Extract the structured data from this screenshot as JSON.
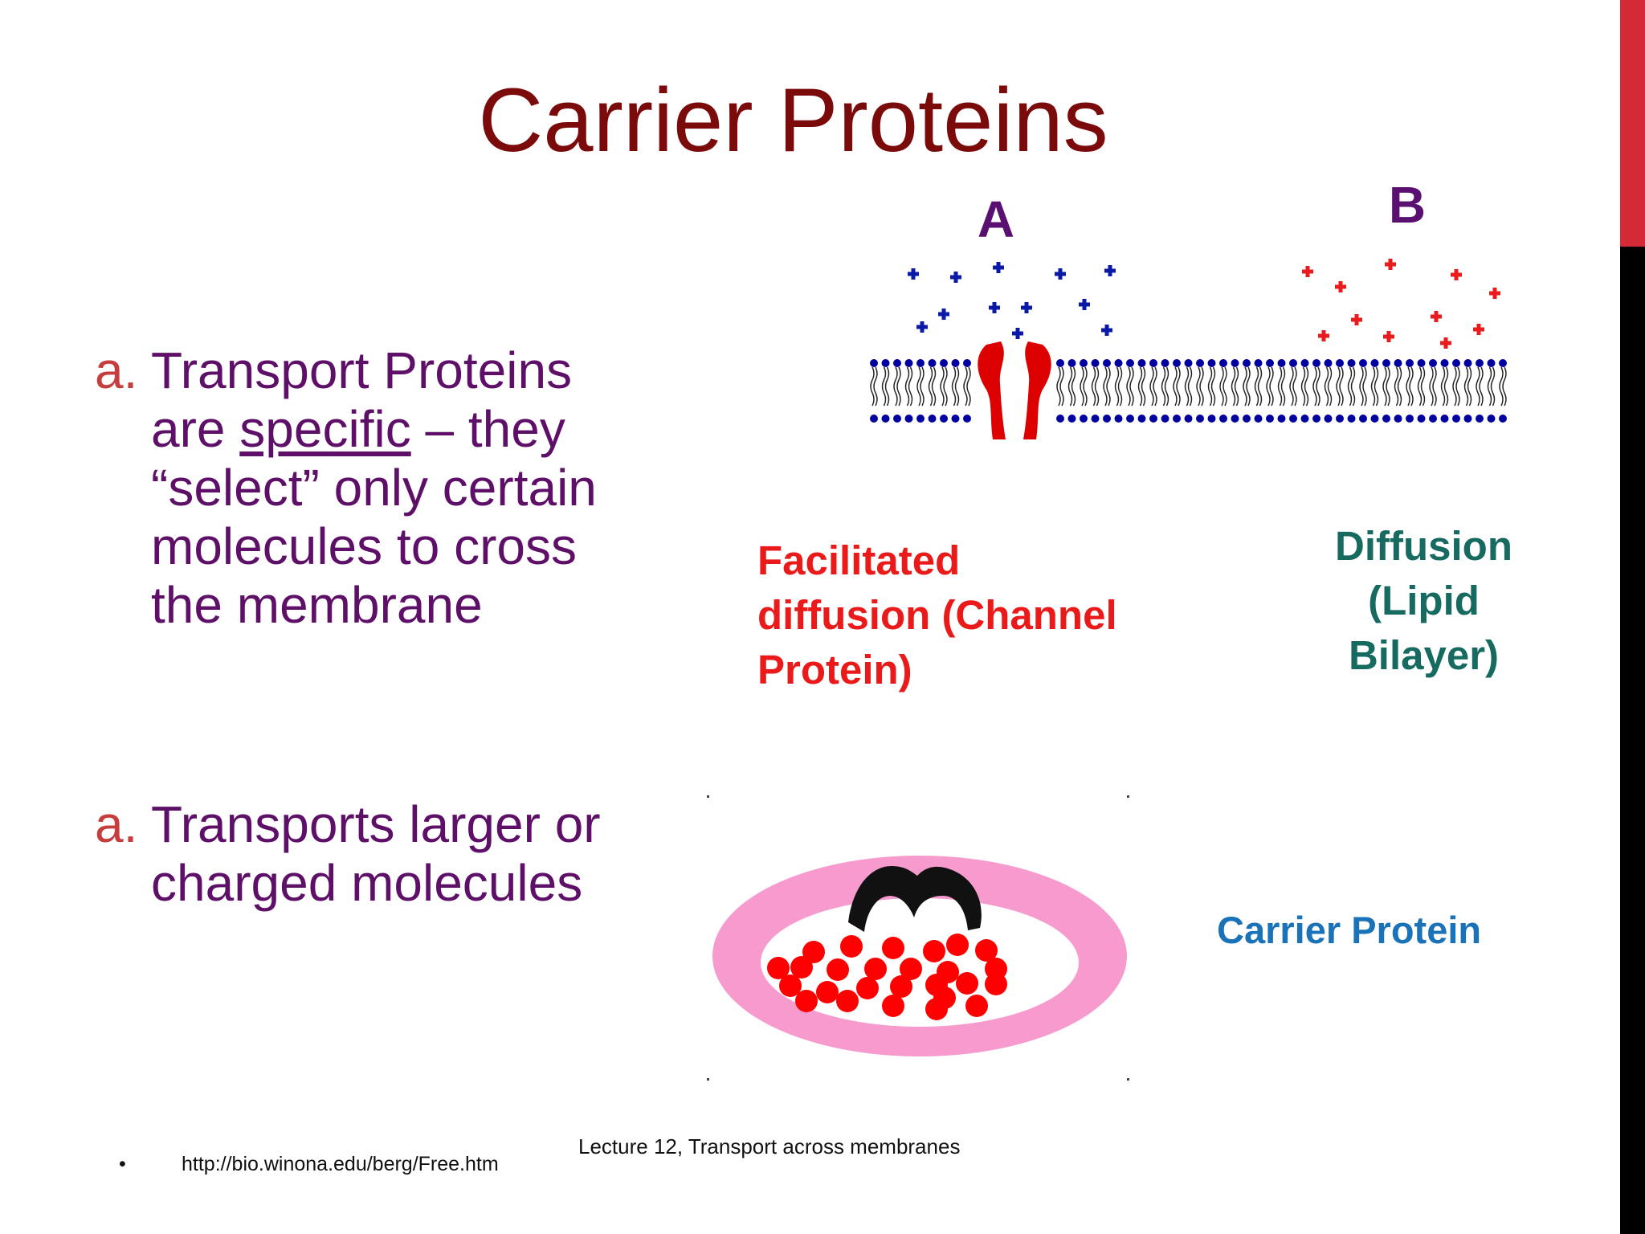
{
  "slide": {
    "title": "Carrier Proteins",
    "bullets": [
      {
        "marker": "a.",
        "pre": "Transport Proteins are ",
        "underlined": "specific",
        "post": " – they “select” only certain molecules  to cross the membrane"
      },
      {
        "marker": "a.",
        "text": "Transports larger or charged molecules"
      }
    ],
    "diagram_ab": {
      "label_a": "A",
      "label_b": "B",
      "colors": {
        "membrane": "#0000a0",
        "channel": "#dd0000",
        "molecules_a": "#0a1aa6",
        "molecules_b": "#e81c1c",
        "label": "#5a1070"
      }
    },
    "labels": {
      "facilitated": [
        "Facilitated",
        "diffusion (Channel",
        "Protein)"
      ],
      "diffusion": [
        "Diffusion",
        "(Lipid",
        "Bilayer)"
      ],
      "carrier": "Carrier Protein"
    },
    "footer": "Lecture 12, Transport across membranes",
    "source": {
      "bullet": "•",
      "url": "http://bio.winona.edu/berg/Free.htm"
    },
    "colors": {
      "title": "#7b0a0a",
      "bullet_text": "#5e1068",
      "marker": "#c53d3d",
      "accent_red": "#d42a38",
      "accent_black": "#000000"
    }
  }
}
